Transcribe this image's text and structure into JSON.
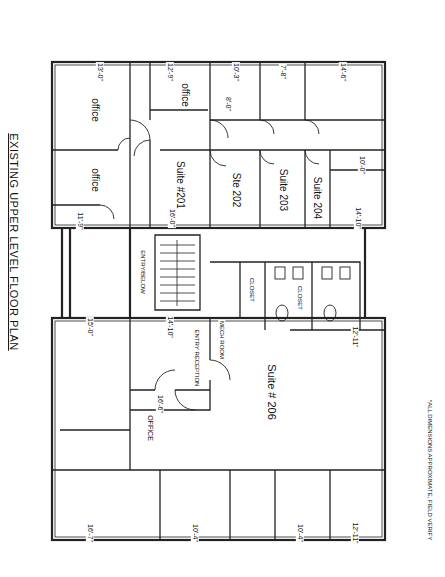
{
  "diagram": {
    "title": "EXISTING UPPER LEVEL FLOOR PLAN",
    "labels": [
      "13'-0\"",
      "12'-9\"",
      "10'-3\"",
      "7'-8\"",
      "14'-6\"",
      "office",
      "office",
      "8'-0\"",
      "10'-0\"",
      "office",
      "Suite #201",
      "Ste 202",
      "Suite 203",
      "Suite 204",
      "11'-9\"",
      "16'-0\"",
      "14'-10\"",
      "ENTRY/BELOW",
      "CLOSET",
      "CLOSET",
      "15'-0\"",
      "14'-10\"",
      "MECH ROOM",
      "ENTRY RECEPTION",
      "12'-11\"",
      "Suite # 206",
      "OFFICE",
      "16'-6\"",
      "16'-7\"",
      "10'-4\"",
      "10'-4\"",
      "12'-11\"",
      "*ALL DIMENSIONS APPROXIMATE, FIELD VERIFY"
    ]
  }
}
